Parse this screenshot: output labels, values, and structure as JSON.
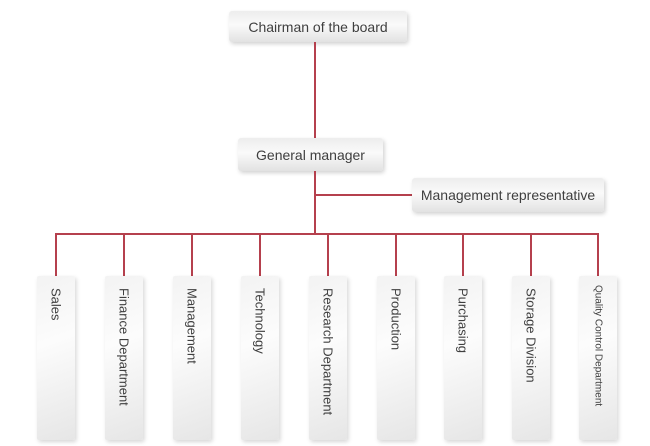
{
  "org": {
    "chairman": "Chairman of the board",
    "general_manager": "General manager",
    "representative": "Management representative",
    "departments": [
      {
        "label": "Sales"
      },
      {
        "label": "Finance Department"
      },
      {
        "label": "Management"
      },
      {
        "label": "Technology"
      },
      {
        "label": "Research Department"
      },
      {
        "label": "Production"
      },
      {
        "label": "Purchasing"
      },
      {
        "label": "Storage Division"
      },
      {
        "label": "Quality Control Department"
      }
    ]
  },
  "colors": {
    "connector": "#b5404d",
    "box_text": "#3f3f3f"
  }
}
